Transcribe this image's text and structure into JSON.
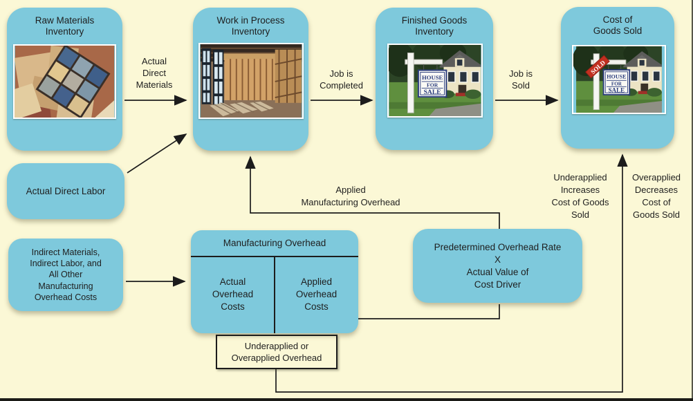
{
  "colors": {
    "background": "#FBF8D6",
    "box_fill": "#7EC9DC",
    "line": "#1C1C1C",
    "text": "#1E1E1E",
    "sign_blue": "#2A3C7C",
    "sold_red": "#C23020"
  },
  "nodes": {
    "raw_materials": {
      "title": "Raw Materials\nInventory",
      "photo": "tiles-photo"
    },
    "work_in_process": {
      "title": "Work in Process\nInventory",
      "photo": "house-framing-photo"
    },
    "finished_goods": {
      "title": "Finished Goods\nInventory",
      "photo": "house-for-sale-photo"
    },
    "cost_of_goods_sold": {
      "title": "Cost of\nGoods Sold",
      "photo": "house-sold-photo"
    },
    "actual_direct_labor": {
      "label": "Actual Direct Labor"
    },
    "indirect_costs": {
      "label": "Indirect Materials,\nIndirect Labor, and\nAll Other\nManufacturing\nOverhead Costs"
    },
    "manufacturing_overhead": {
      "title": "Manufacturing Overhead",
      "left_cell": "Actual\nOverhead\nCosts",
      "right_cell": "Applied\nOverhead\nCosts"
    },
    "predetermined_rate": {
      "label": "Predetermined Overhead Rate\nX\nActual Value of\nCost Driver"
    },
    "under_over_applied": {
      "label": "Underapplied or\nOverapplied Overhead"
    }
  },
  "edge_labels": {
    "actual_direct_materials": "Actual\nDirect\nMaterials",
    "job_is_completed": "Job is\nCompleted",
    "job_is_sold": "Job is\nSold",
    "applied_manufacturing_overhead": "Applied\nManufacturing Overhead",
    "underapplied_increases": "Underapplied\nIncreases\nCost of Goods\nSold",
    "overapplied_decreases": "Overapplied\nDecreases\nCost of\nGoods Sold"
  },
  "photo_text": {
    "sign_line1": "HOUSE",
    "sign_line2": "FOR",
    "sign_line3": "SALE",
    "sold": "SOLD"
  }
}
